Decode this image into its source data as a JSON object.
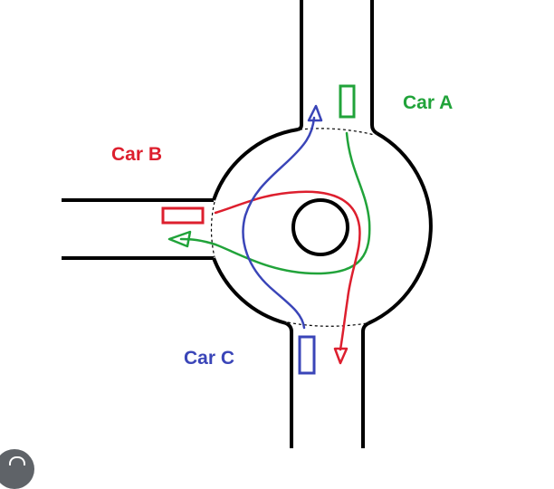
{
  "cars": [
    {
      "id": "car-a",
      "label": "Car A",
      "color": "#21a33a"
    },
    {
      "id": "car-b",
      "label": "Car B",
      "color": "#dd1f2e"
    },
    {
      "id": "car-c",
      "label": "Car C",
      "color": "#3a45b8"
    }
  ],
  "colors": {
    "road": "#000000",
    "background": "#ffffff"
  },
  "overlay_icon": "image-search-badge-icon"
}
